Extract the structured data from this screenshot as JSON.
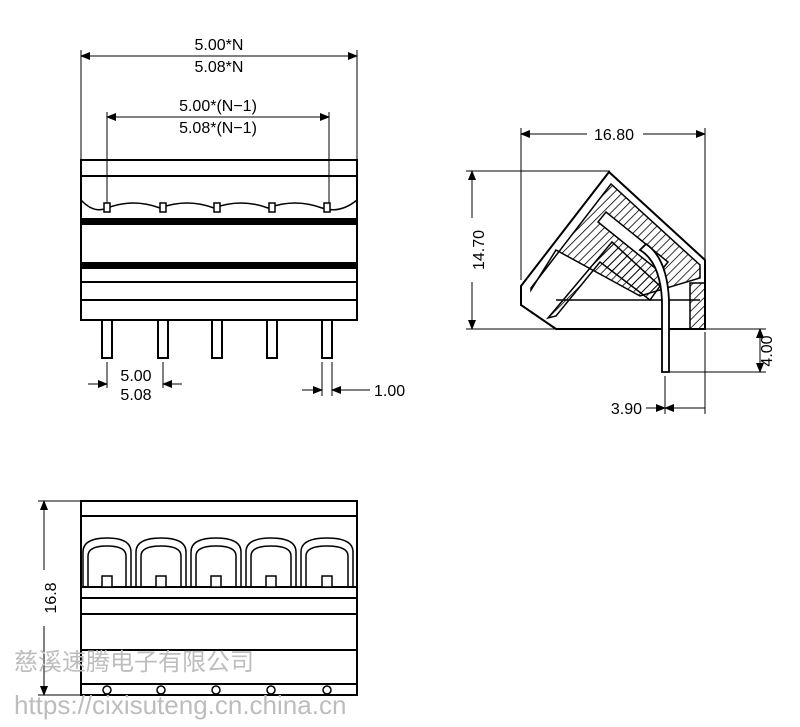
{
  "front_view": {
    "overall_width_500": "5.00*N",
    "overall_width_508": "5.08*N",
    "pitch_span_500": "5.00*(N−1)",
    "pitch_span_508": "5.08*(N−1)",
    "pitch_500": "5.00",
    "pitch_508": "5.08",
    "pin_width": "1.00"
  },
  "side_view": {
    "depth": "16.80",
    "height": "14.70",
    "pin_length": "4.00",
    "pin_offset": "3.90"
  },
  "top_view": {
    "height": "16.8"
  },
  "watermark": {
    "company": "慈溪速腾电子有限公司",
    "url": "https://cixisuteng.cn.china.cn"
  }
}
